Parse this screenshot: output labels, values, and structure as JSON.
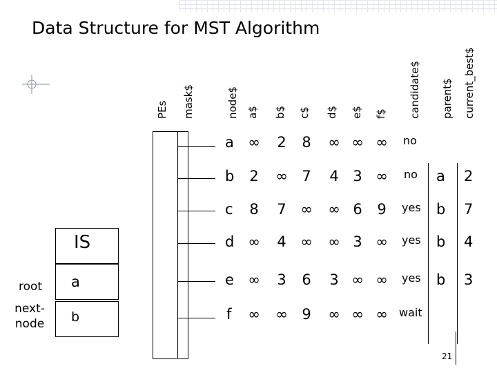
{
  "title": "Data Structure for MST Algorithm",
  "columns": [
    "PEs",
    "mask$",
    "node$",
    "a$",
    "b$",
    "c$",
    "d$",
    "e$",
    "f$",
    "candidate$",
    "parent$",
    "current_best$"
  ],
  "rows": [
    {
      "node": "a",
      "dists": [
        "∞",
        "2",
        "8",
        "∞",
        "∞",
        "∞"
      ],
      "candidate": "no",
      "parent": "",
      "best": ""
    },
    {
      "node": "b",
      "dists": [
        "2",
        "∞",
        "7",
        "4",
        "3",
        "∞"
      ],
      "candidate": "no",
      "parent": "a",
      "best": "2"
    },
    {
      "node": "c",
      "dists": [
        "8",
        "7",
        "∞",
        "∞",
        "6",
        "9"
      ],
      "candidate": "yes",
      "parent": "b",
      "best": "7"
    },
    {
      "node": "d",
      "dists": [
        "∞",
        "4",
        "∞",
        "∞",
        "3",
        "∞"
      ],
      "candidate": "yes",
      "parent": "b",
      "best": "4"
    },
    {
      "node": "e",
      "dists": [
        "∞",
        "3",
        "6",
        "3",
        "∞",
        "∞"
      ],
      "candidate": "yes",
      "parent": "b",
      "best": "3"
    },
    {
      "node": "f",
      "dists": [
        "∞",
        "∞",
        "9",
        "∞",
        "∞",
        "∞"
      ],
      "candidate": "wait",
      "parent": "",
      "best": ""
    }
  ],
  "is": {
    "label": "IS",
    "root_label": "root",
    "root_value": "a",
    "next_label": "next-node",
    "next_value": "b"
  },
  "page_number": "21"
}
